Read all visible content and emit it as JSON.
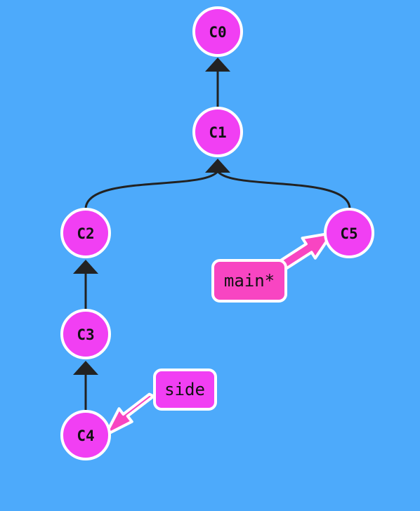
{
  "colors": {
    "background": "#4daafb",
    "node_fill": "#f13ff3",
    "node_stroke": "#ffffff",
    "edge": "#222222",
    "branch_arrow": "#f845c2",
    "branch_box_main": "#f845c2",
    "branch_box_side": "#f13ff3",
    "branch_stroke": "#ffffff",
    "text": "#111111"
  },
  "commits": [
    {
      "id": "C0",
      "label": "C0"
    },
    {
      "id": "C1",
      "label": "C1"
    },
    {
      "id": "C2",
      "label": "C2"
    },
    {
      "id": "C3",
      "label": "C3"
    },
    {
      "id": "C4",
      "label": "C4"
    },
    {
      "id": "C5",
      "label": "C5"
    }
  ],
  "edges": [
    {
      "from": "C1",
      "to": "C0"
    },
    {
      "from": "C2",
      "to": "C1"
    },
    {
      "from": "C5",
      "to": "C1"
    },
    {
      "from": "C3",
      "to": "C2"
    },
    {
      "from": "C4",
      "to": "C3"
    }
  ],
  "branches": [
    {
      "name": "main",
      "label": "main*",
      "target": "C5",
      "current": true
    },
    {
      "name": "side",
      "label": "side",
      "target": "C4",
      "current": false
    }
  ]
}
